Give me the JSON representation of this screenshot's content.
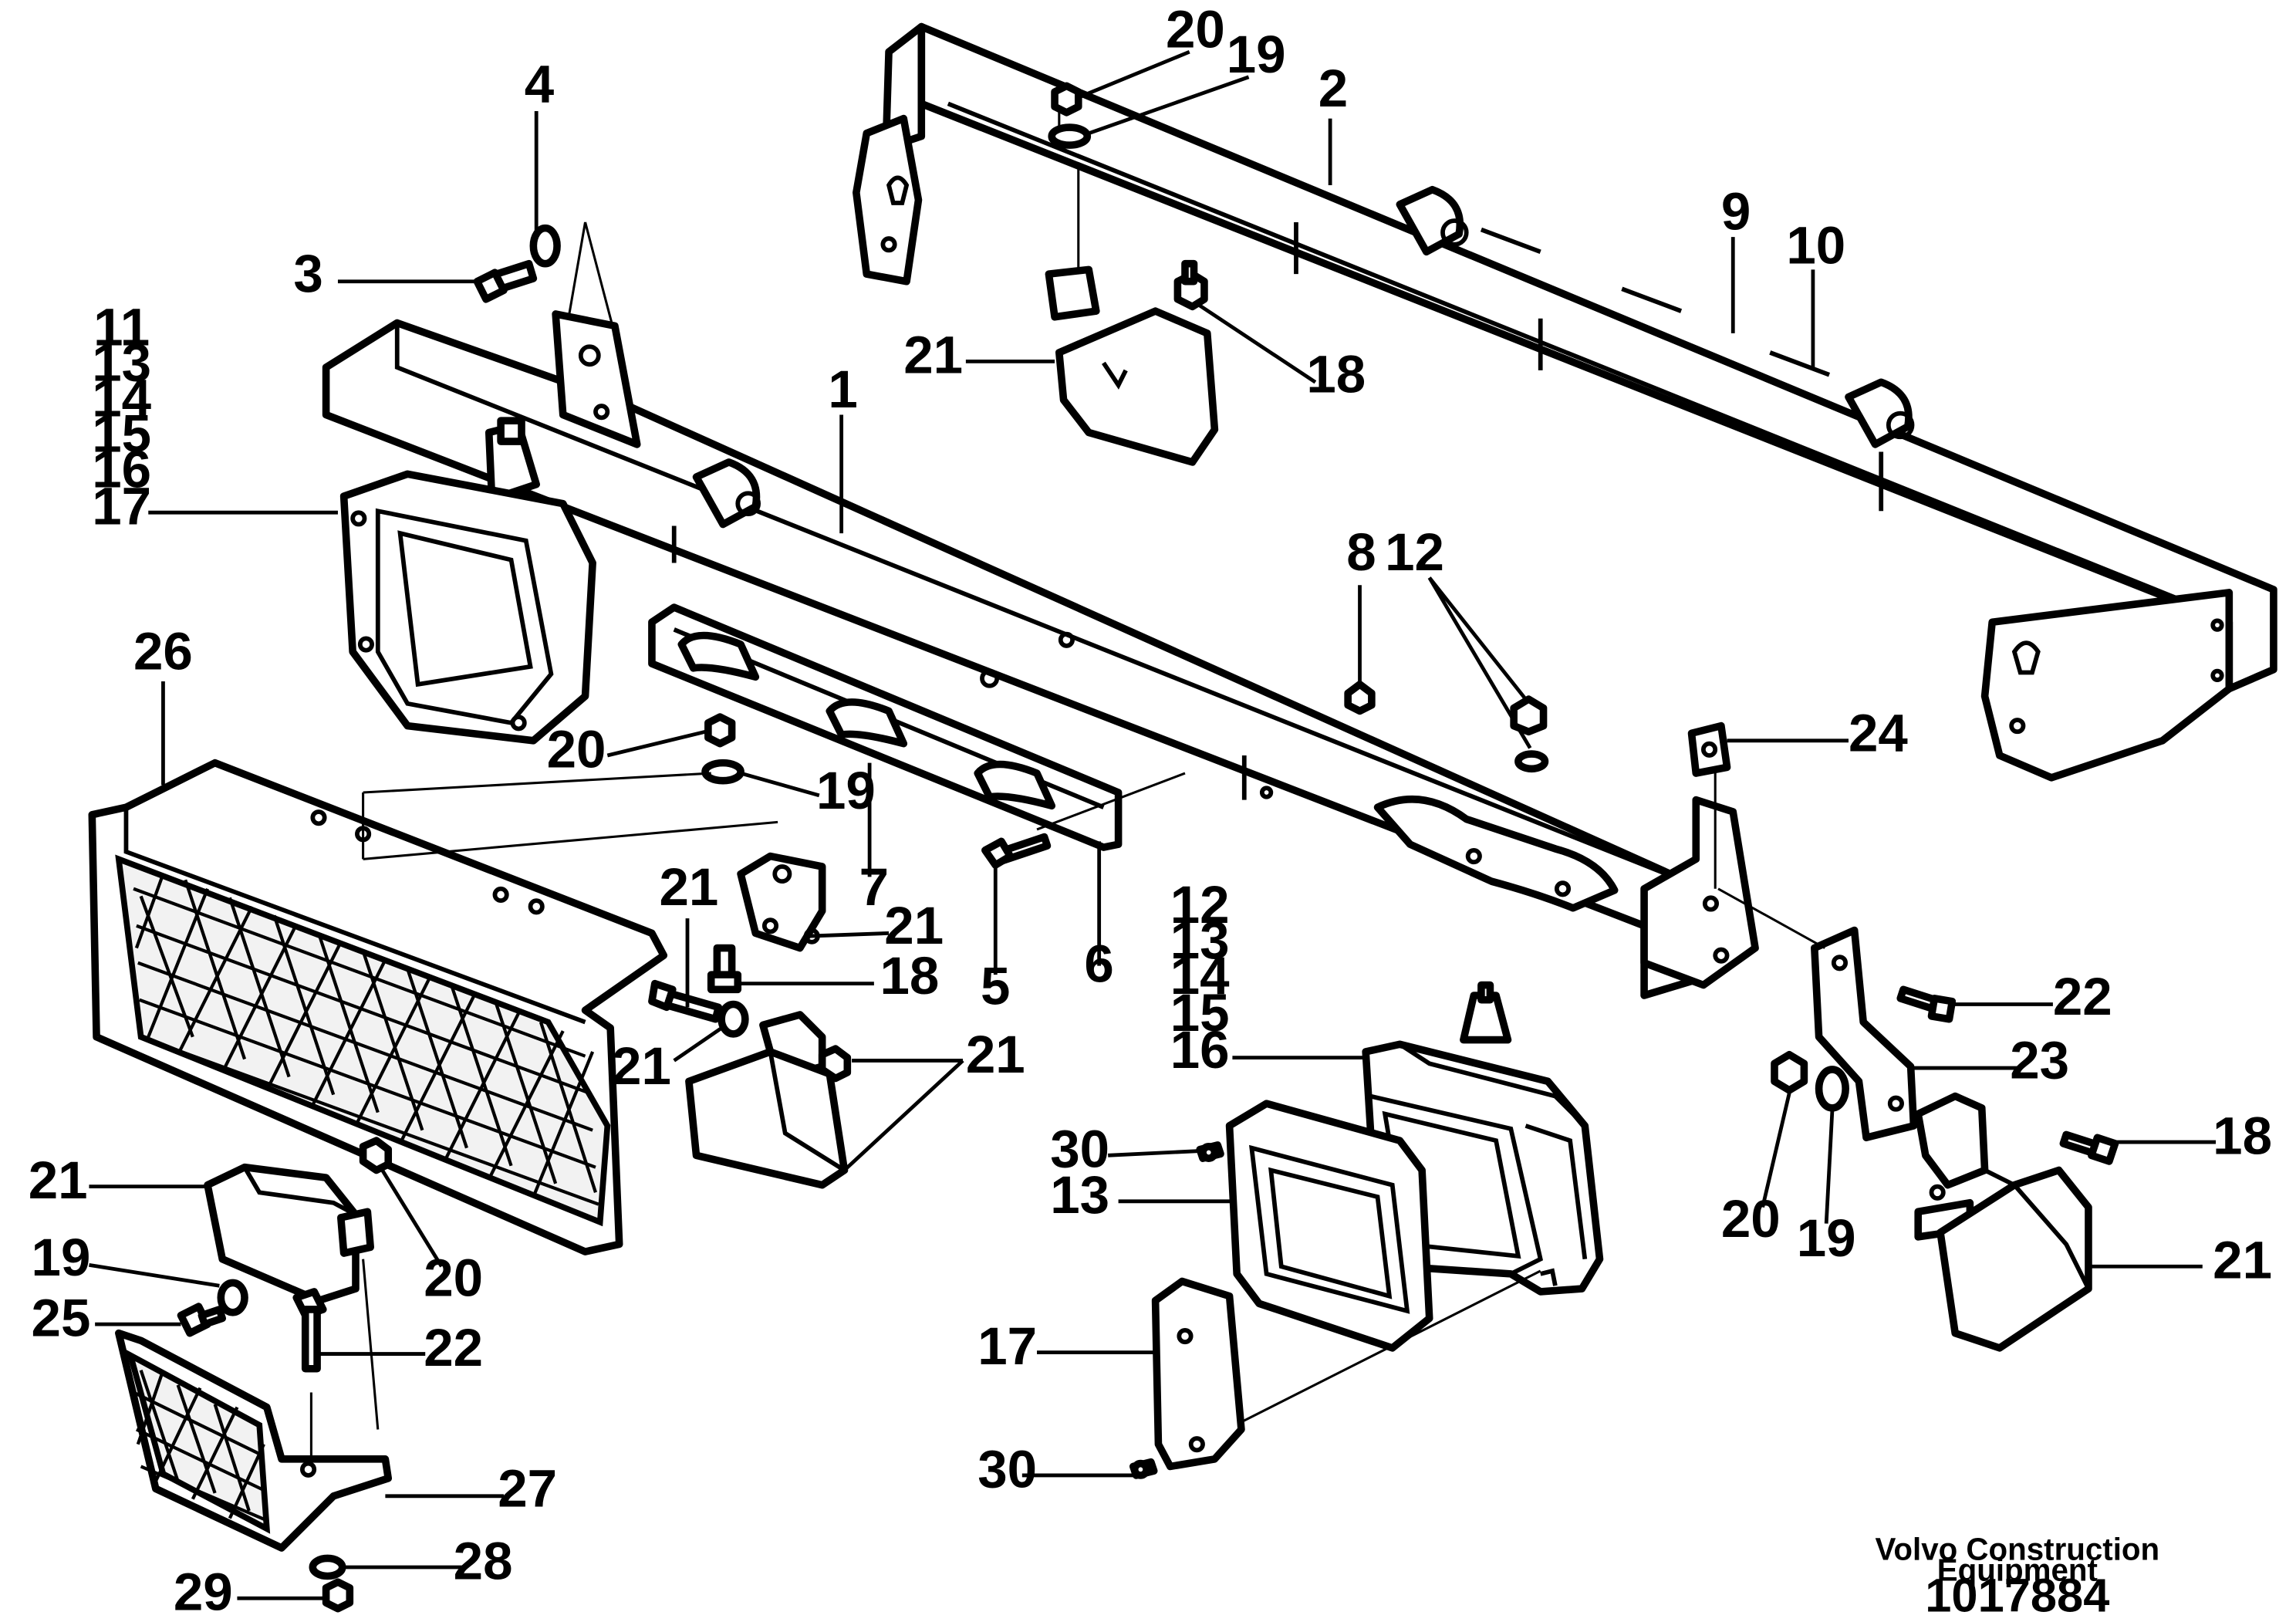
{
  "labels": {
    "l_20a": "20",
    "l_19a": "19",
    "l_2": "2",
    "l_4": "4",
    "l_3": "3",
    "l_9": "9",
    "l_10": "10",
    "l_stack1": [
      "11",
      "13",
      "14",
      "15",
      "16",
      "17"
    ],
    "l_1": "1",
    "l_21a": "21",
    "l_18a": "18",
    "l_8": "8",
    "l_12a": "12",
    "l_26": "26",
    "l_20b": "20",
    "l_19b": "19",
    "l_24": "24",
    "l_7": "7",
    "l_21b": "21",
    "l_21c": "21",
    "l_18b": "18",
    "l_5": "5",
    "l_6": "6",
    "l_stack2": [
      "12",
      "13",
      "14",
      "15",
      "16"
    ],
    "l_22a": "22",
    "l_21d": "21",
    "l_21e": "21",
    "l_23": "23",
    "l_30a": "30",
    "l_13": "13",
    "l_20c": "20",
    "l_19c": "19",
    "l_18c": "18",
    "l_21f": "21",
    "l_20d": "20",
    "l_19d": "19",
    "l_25": "25",
    "l_22b": "22",
    "l_21g": "21",
    "l_17b": "17",
    "l_30b": "30",
    "l_27": "27",
    "l_28": "28",
    "l_29": "29"
  },
  "credit": [
    "Volvo Construction",
    "Equipment"
  ],
  "doc_number": "1017884"
}
